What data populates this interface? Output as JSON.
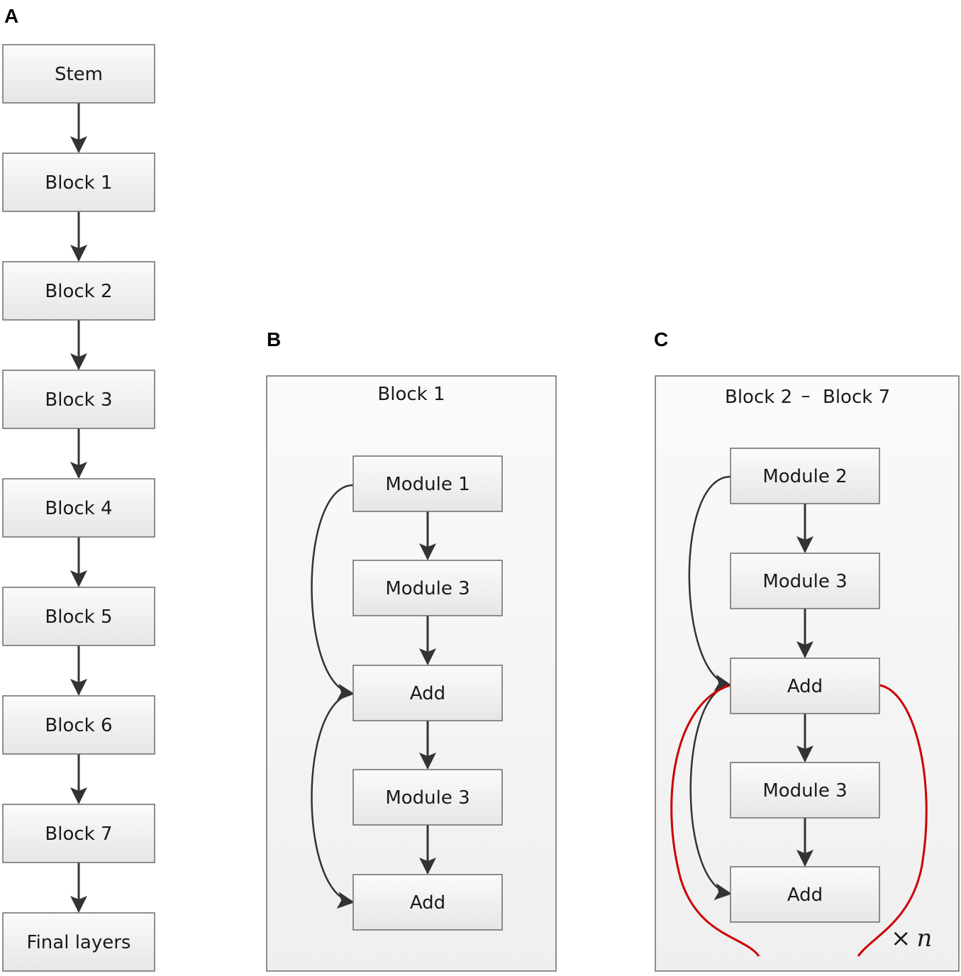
{
  "panels": {
    "a": {
      "letter": "A",
      "nodes": [
        "Stem",
        "Block 1",
        "Block 2",
        "Block 3",
        "Block 4",
        "Block 5",
        "Block 6",
        "Block 7",
        "Final layers"
      ]
    },
    "b": {
      "letter": "B",
      "title": "Block 1",
      "nodes": [
        "Module 1",
        "Module 3",
        "Add",
        "Module 3",
        "Add"
      ]
    },
    "c": {
      "letter": "C",
      "title_left": "Block 2",
      "title_sep": "–",
      "title_right": "Block 7",
      "nodes": [
        "Module 2",
        "Module 3",
        "Add",
        "Module 3",
        "Add"
      ],
      "repeat_symbol": "×",
      "repeat_var": "n"
    }
  },
  "colors": {
    "box_fill": "#f2f2f2",
    "box_stroke": "#6b6b6b",
    "arrow": "#333333",
    "repeat_loop": "#cc0000",
    "panel_fill": "#f5f5f5"
  }
}
